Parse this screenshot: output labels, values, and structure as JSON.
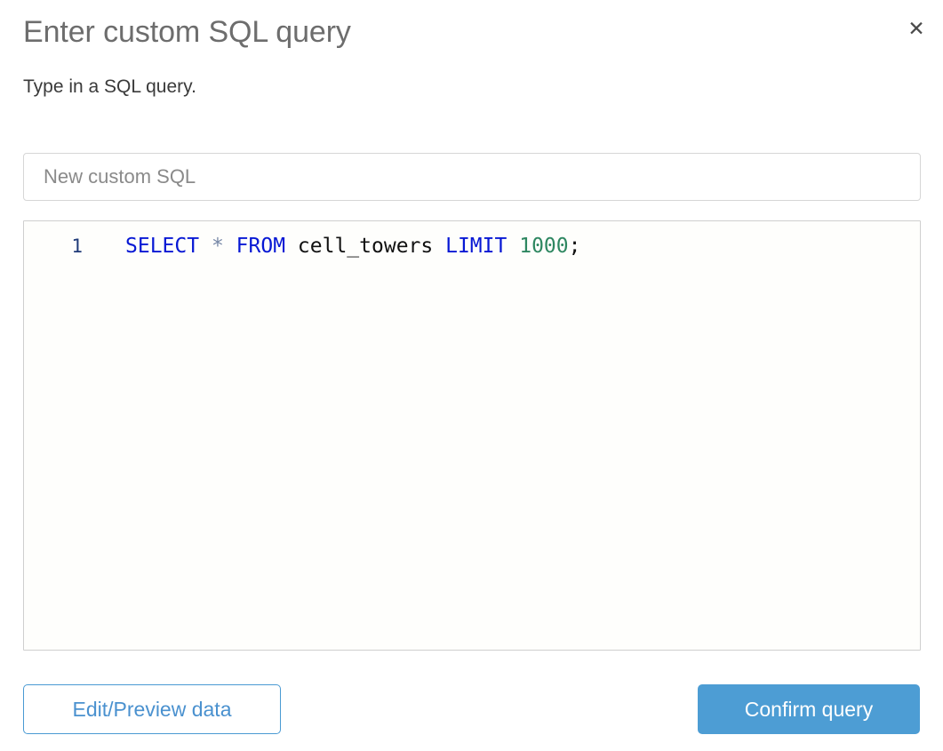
{
  "dialog": {
    "title": "Enter custom SQL query",
    "subtitle": "Type in a SQL query.",
    "close_icon": "close-icon",
    "close_glyph": "✕"
  },
  "name_field": {
    "value": "",
    "placeholder": "New custom SQL"
  },
  "editor": {
    "line_number": "1",
    "full_text": "SELECT * FROM cell_towers LIMIT 1000;",
    "tokens": [
      {
        "text": "SELECT",
        "type": "keyword"
      },
      {
        "text": " ",
        "type": "plain"
      },
      {
        "text": "*",
        "type": "operator"
      },
      {
        "text": " ",
        "type": "plain"
      },
      {
        "text": "FROM",
        "type": "keyword"
      },
      {
        "text": " ",
        "type": "plain"
      },
      {
        "text": "cell_towers",
        "type": "ident"
      },
      {
        "text": " ",
        "type": "plain"
      },
      {
        "text": "LIMIT",
        "type": "keyword"
      },
      {
        "text": " ",
        "type": "plain"
      },
      {
        "text": "1000",
        "type": "number"
      },
      {
        "text": ";",
        "type": "punct"
      }
    ]
  },
  "footer": {
    "secondary_label": "Edit/Preview data",
    "primary_label": "Confirm query"
  },
  "colors": {
    "accent": "#4d9dd4",
    "accent_border": "#4a9ad3",
    "keyword": "#0718d4",
    "number": "#2e8761",
    "operator": "#7687a6",
    "line_number": "#1f3a78",
    "title_text": "#6d6d6d",
    "body_text": "#3a3a3a",
    "editor_background": "#fefefc",
    "border": "#d6d6d6"
  }
}
